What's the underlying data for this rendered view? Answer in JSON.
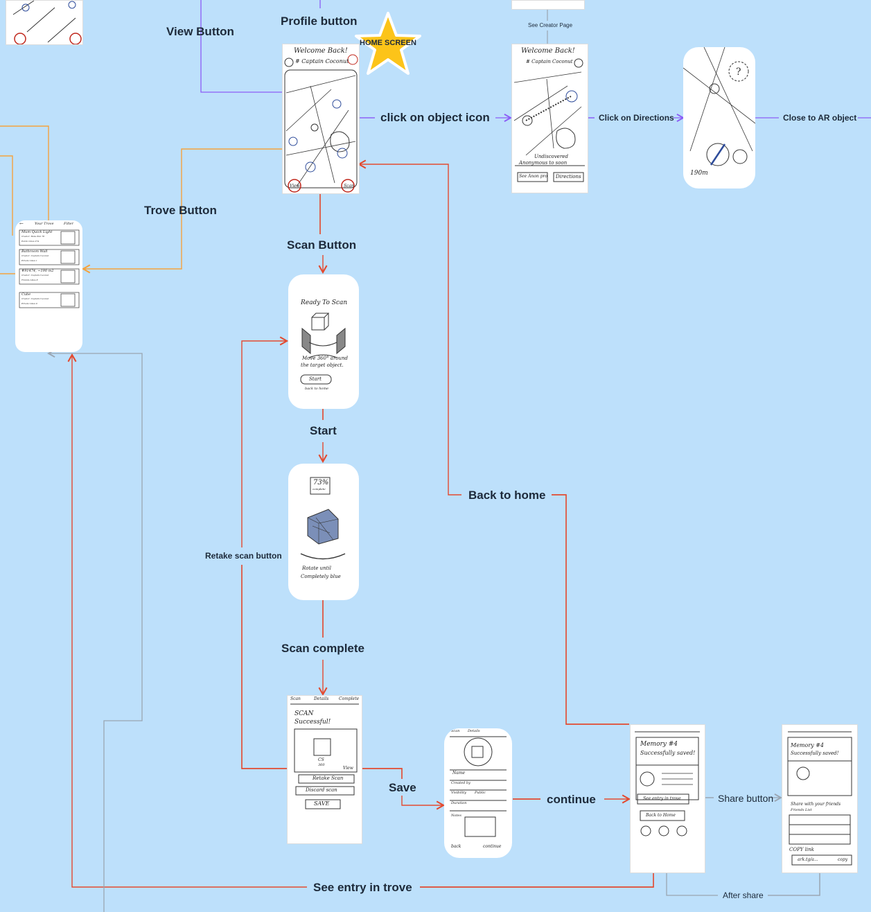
{
  "flow_labels": {
    "view_button": "View Button",
    "profile_button": "Profile button",
    "home_screen_badge": "HOME SCREEN",
    "see_creator_page": "See Creator Page",
    "click_on_object_icon": "click on object icon",
    "click_on_directions": "Click on Directions",
    "close_to_ar_object": "Close to AR object",
    "trove_button": "Trove Button",
    "scan_button": "Scan Button",
    "start": "Start",
    "back_to_home": "Back to home",
    "retake_scan_button": "Retake scan button",
    "scan_complete": "Scan complete",
    "save": "Save",
    "continue": "continue",
    "share_button": "Share button",
    "see_entry_in_trove": "See entry in trove",
    "after_share": "After share"
  },
  "home_screen": {
    "welcome": "Welcome Back!",
    "user": "# Captain Coconut",
    "view": "View",
    "scan": "Scan"
  },
  "object_screen": {
    "welcome": "Welcome Back!",
    "user": "# Captain Coconut",
    "status": "Undiscovered",
    "author": "Anonymous to soon",
    "see_btn": "See Anon pro",
    "directions_btn": "Directions"
  },
  "ar_screen": {
    "distance": "190m"
  },
  "trove_screen": {
    "back": "←",
    "title": "Your Trove",
    "filter": "Filter",
    "items": [
      {
        "name": "Mum Quick Light",
        "creator": "Creator: Baba Bob 78",
        "meta": "Public   Likes 274"
      },
      {
        "name": "Bathroom Wall",
        "creator": "Creator: Captain Coconut",
        "meta": "Private   Likes 1"
      },
      {
        "name": "#91474, ~190 m2",
        "creator": "Creator: Captain Coconut",
        "meta": "Friends   Likes 8"
      },
      {
        "name": "Cube",
        "creator": "Creator: Captain Coconut",
        "meta": "Private   Likes 0"
      }
    ]
  },
  "ready_screen": {
    "title": "Ready To Scan",
    "hint1": "Move 360° around",
    "hint2": "the target object.",
    "start": "Start",
    "back": "back to home"
  },
  "progress_screen": {
    "percent": "73%",
    "complete": "complete",
    "hint1": "Rotate until",
    "hint2": "Completely blue"
  },
  "success_screen": {
    "steps": [
      "Scan",
      "Details",
      "Complete"
    ],
    "title1": "SCAN",
    "title2": "Successful!",
    "tag1": "CS",
    "tag2": "360",
    "view": "View",
    "retake": "Retake Scan",
    "discard": "Discard scan",
    "save": "SAVE"
  },
  "details_screen": {
    "steps": [
      "Scan",
      "Details"
    ],
    "fields": [
      "Name",
      "Created by",
      "Visibility",
      "Duration",
      "Notes"
    ],
    "visibility_value": "Public",
    "back": "back",
    "continue": "continue"
  },
  "memory_screen": {
    "title": "Memory #4",
    "subtitle": "Successfully saved!",
    "see_btn": "See entry in trove",
    "home_btn": "Back to Home"
  },
  "share_screen": {
    "title": "Memory #4",
    "subtitle": "Successfully saved!",
    "share_head": "Share with your friends",
    "friends_list": "Friends List",
    "copy": "COPY link",
    "link": "ark.tg/a...",
    "copy_btn": "copy"
  },
  "colors": {
    "background": "#bde0fb",
    "purple_flow": "#8b5cf6",
    "orange_flow": "#f5a23d",
    "red_flow": "#e34a2f",
    "gray_flow": "#9aa5b1",
    "star": "#fcc419"
  }
}
